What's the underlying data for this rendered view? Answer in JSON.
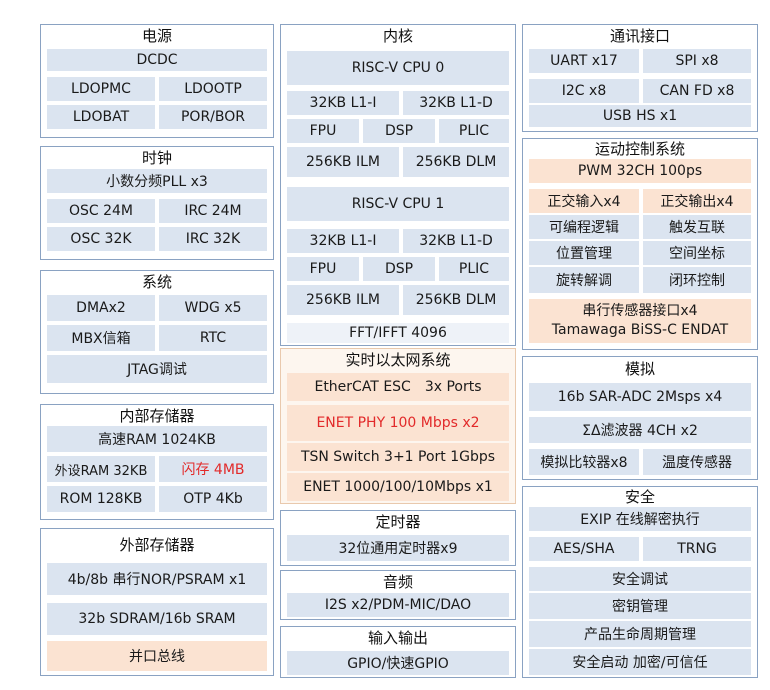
{
  "power": {
    "title": "电源",
    "dcdc": "DCDC",
    "ldopmc": "LDOPMC",
    "ldootp": "LDOOTP",
    "ldobat": "LDOBAT",
    "porbor": "POR/BOR"
  },
  "clock": {
    "title": "时钟",
    "pll": "小数分频PLL x3",
    "osc24": "OSC 24M",
    "irc24": "IRC 24M",
    "osc32": "OSC 32K",
    "irc32": "IRC 32K"
  },
  "system": {
    "title": "系统",
    "dma": "DMAx2",
    "wdg": "WDG x5",
    "mbx": "MBX信箱",
    "rtc": "RTC",
    "jtag": "JTAG调试"
  },
  "internal_memory": {
    "title": "内部存储器",
    "ram": "高速RAM 1024KB",
    "periph_ram": "外设RAM 32KB",
    "flash": "闪存 4MB",
    "rom": "ROM 128KB",
    "otp": "OTP 4Kb"
  },
  "external_memory": {
    "title": "外部存储器",
    "nor": "4b/8b 串行NOR/PSRAM x1",
    "sdram": "32b SDRAM/16b SRAM",
    "parallel": "并口总线"
  },
  "core": {
    "title": "内核",
    "cpu0": {
      "name": "RISC-V CPU 0",
      "l1i": "32KB L1-I",
      "l1d": "32KB L1-D",
      "fpu": "FPU",
      "dsp": "DSP",
      "plic": "PLIC",
      "ilm": "256KB ILM",
      "dlm": "256KB DLM"
    },
    "cpu1": {
      "name": "RISC-V CPU 1",
      "l1i": "32KB L1-I",
      "l1d": "32KB L1-D",
      "fpu": "FPU",
      "dsp": "DSP",
      "plic": "PLIC",
      "ilm": "256KB ILM",
      "dlm": "256KB DLM"
    },
    "fft": "FFT/IFFT 4096"
  },
  "ethernet": {
    "title": "实时以太网系统",
    "ethercat": "EtherCAT ESC",
    "ports": "3x Ports",
    "phy": "ENET PHY 100 Mbps x2",
    "tsn": "TSN Switch  3+1 Port 1Gbps",
    "enet": "ENET 1000/100/10Mbps x1"
  },
  "timer": {
    "title": "定时器",
    "gpt": "32位通用定时器x9"
  },
  "audio": {
    "title": "音频",
    "i2s": "I2S x2/PDM-MIC/DAO"
  },
  "io": {
    "title": "输入输出",
    "gpio": "GPIO/快速GPIO"
  },
  "comm": {
    "title": "通讯接口",
    "uart": "UART x17",
    "spi": "SPI x8",
    "i2c": "I2C x8",
    "can": "CAN FD x8",
    "usb": "USB HS x1"
  },
  "motion": {
    "title": "运动控制系统",
    "pwm": "PWM 32CH 100ps",
    "qei": "正交输入x4",
    "qeo": "正交输出x4",
    "logic": "可编程逻辑",
    "trigger": "触发互联",
    "position": "位置管理",
    "coord": "空间坐标",
    "resolver": "旋转解调",
    "loop": "闭环控制",
    "serial_sensor": "串行传感器接口x4",
    "protocols": "Tamawaga BiSS-C ENDAT"
  },
  "analog": {
    "title": "模拟",
    "adc": "16b SAR-ADC 2Msps x4",
    "sigma_delta": "ΣΔ滤波器 4CH x2",
    "comparator": "模拟比较器x8",
    "temp": "温度传感器"
  },
  "security": {
    "title": "安全",
    "exip": "EXIP 在线解密执行",
    "aes": "AES/SHA",
    "trng": "TRNG",
    "debug": "安全调试",
    "key": "密钥管理",
    "lifecycle": "产品生命周期管理",
    "boot": "安全启动 加密/可信任"
  },
  "colors": {
    "border": "#8aa2c2",
    "cell": "#dbe4f0",
    "highlight": "#fbe3d2",
    "red_text": "#e22a2a"
  }
}
